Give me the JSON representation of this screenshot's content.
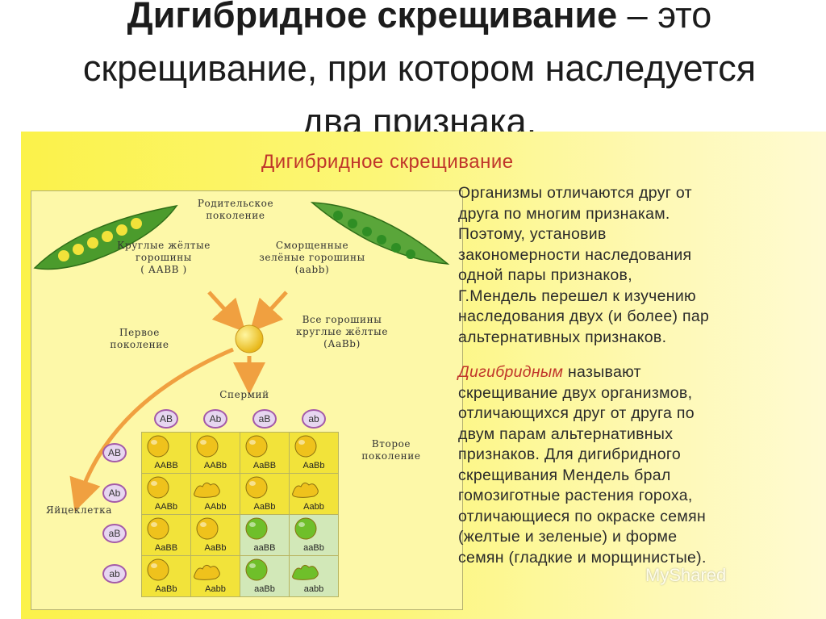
{
  "title": {
    "bold": "Дигибридное скрещивание",
    "rest": " – это скрещивание, при котором наследуется два признака."
  },
  "panel": {
    "heading": "Дигибридное скрещивание",
    "parent_generation": "Родительское\nпоколение",
    "parent_left": "Круглые жёлтые\nгорошины\n( ААВВ )",
    "parent_right": "Сморщенные\nзелёные горошины\n(aabb)",
    "first_generation": "Первое\nпоколение",
    "f1_desc": "Все горошины\nкруглые жёлтые\n(АаВb)",
    "sperm": "Спермий",
    "egg": "Яйцеклетка",
    "second_generation": "Второе\nпоколение",
    "gametes": [
      "АВ",
      "Аb",
      "аВ",
      "ab"
    ],
    "grid": [
      [
        {
          "g": "AABB",
          "pea": "round-yellow"
        },
        {
          "g": "AABb",
          "pea": "round-yellow"
        },
        {
          "g": "AaBB",
          "pea": "round-yellow"
        },
        {
          "g": "AaBb",
          "pea": "round-yellow"
        }
      ],
      [
        {
          "g": "AABb",
          "pea": "round-yellow"
        },
        {
          "g": "AAbb",
          "pea": "wrinkled-yellow"
        },
        {
          "g": "AaBb",
          "pea": "round-yellow"
        },
        {
          "g": "Aabb",
          "pea": "wrinkled-yellow"
        }
      ],
      [
        {
          "g": "AaBB",
          "pea": "round-yellow"
        },
        {
          "g": "AaBb",
          "pea": "round-yellow"
        },
        {
          "g": "aaBB",
          "pea": "round-green"
        },
        {
          "g": "aaBb",
          "pea": "round-green"
        }
      ],
      [
        {
          "g": "AaBb",
          "pea": "round-yellow"
        },
        {
          "g": "Aabb",
          "pea": "wrinkled-yellow"
        },
        {
          "g": "aaBb",
          "pea": "round-green"
        },
        {
          "g": "aabb",
          "pea": "wrinkled-green"
        }
      ]
    ]
  },
  "text": {
    "p1": "Организмы отличаются друг от\nдруга по многим признакам.\nПоэтому, установив\nзакономерности наследования\nодной пары признаков,\nГ.Мендель перешел к изучению\nнаследования двух (и более) пар\nальтернативных признаков.",
    "p2_em": "Дигибридным",
    "p2_rest": " называют\nскрещивание двух организмов,\nотличающихся друг от друга по\nдвум парам альтернативных\nпризнаков. Для дигибридного\nскрещивания Мендель брал\nгомозиготные растения гороха,\nотличающиеся по окраске семян\n(желтые и зеленые) и форме\nсемян (гладкие и морщинистые)."
  },
  "watermark": "MyShared",
  "colors": {
    "yellow_pea": "#efc21c",
    "green_pea": "#6fbf2a",
    "arrow": "#f0a040",
    "heading_red": "#c0352a",
    "gamete_purple": "#a45aa8"
  }
}
